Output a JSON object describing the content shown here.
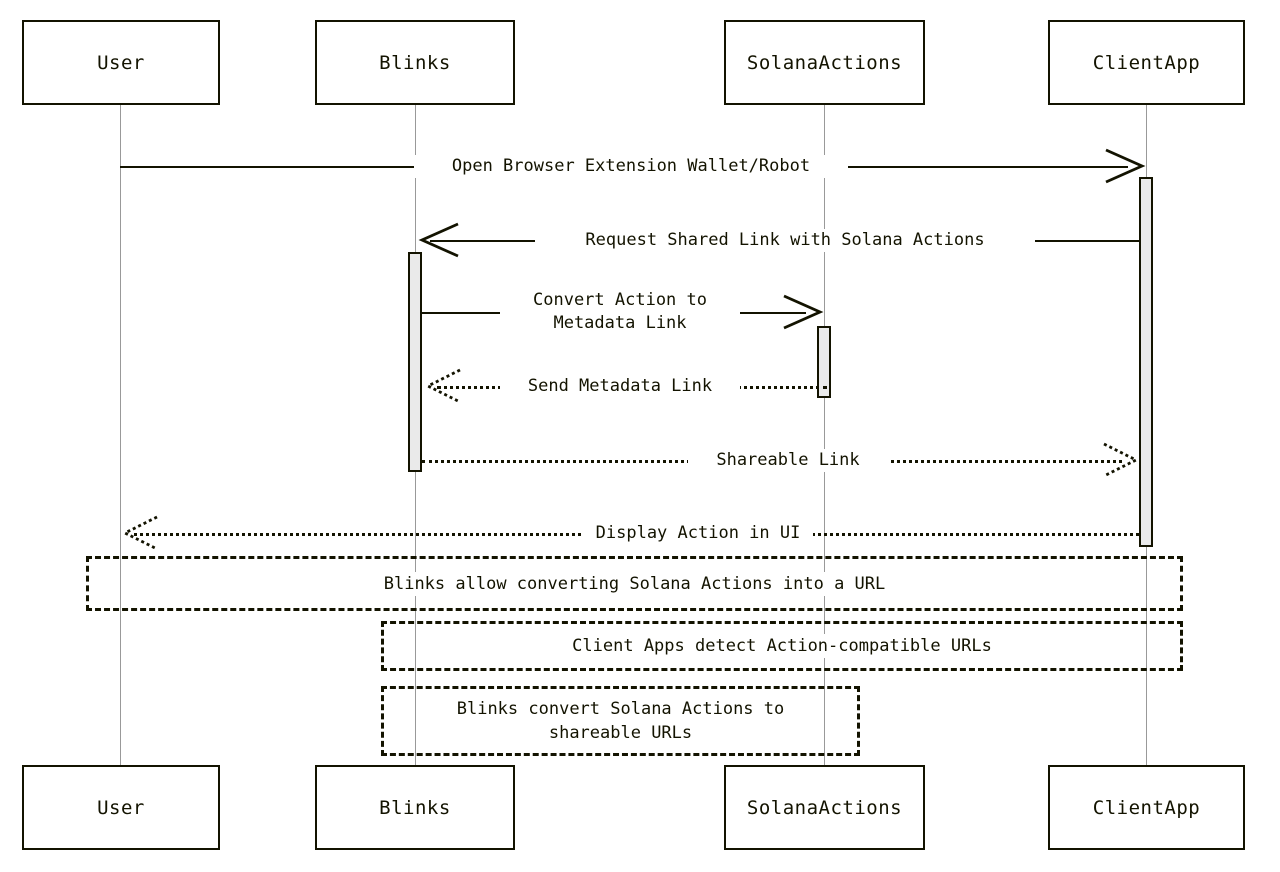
{
  "diagram": {
    "type": "sequence-diagram",
    "title": "Solana Actions / Blinks sequence",
    "colors": {
      "stroke": "#131300",
      "lifeline": "#999999",
      "activation_fill": "#eaeaea",
      "background": "#ffffff"
    }
  },
  "participants": [
    {
      "id": "user",
      "label": "User"
    },
    {
      "id": "blinks",
      "label": "Blinks"
    },
    {
      "id": "actions",
      "label": "SolanaActions"
    },
    {
      "id": "client",
      "label": "ClientApp"
    }
  ],
  "participants_bottom": [
    {
      "id": "user",
      "label": "User"
    },
    {
      "id": "blinks",
      "label": "Blinks"
    },
    {
      "id": "actions",
      "label": "SolanaActions"
    },
    {
      "id": "client",
      "label": "ClientApp"
    }
  ],
  "messages": [
    {
      "n": 1,
      "from": "user",
      "to": "client",
      "label": "Open Browser Extension Wallet/Robot",
      "style": "solid",
      "direction": "right"
    },
    {
      "n": 2,
      "from": "client",
      "to": "blinks",
      "label": "Request Shared Link with Solana Actions",
      "style": "solid",
      "direction": "left"
    },
    {
      "n": 3,
      "from": "blinks",
      "to": "actions",
      "label": "Convert Action to\nMetadata Link",
      "style": "solid",
      "direction": "right"
    },
    {
      "n": 4,
      "from": "actions",
      "to": "blinks",
      "label": "Send Metadata Link",
      "style": "dotted",
      "direction": "left"
    },
    {
      "n": 5,
      "from": "blinks",
      "to": "client",
      "label": "Shareable Link",
      "style": "dotted",
      "direction": "right"
    },
    {
      "n": 6,
      "from": "client",
      "to": "user",
      "label": "Display Action in UI",
      "style": "dotted",
      "direction": "left"
    }
  ],
  "notes": [
    {
      "n": 1,
      "text": "Blinks allow converting Solana Actions into a URL"
    },
    {
      "n": 2,
      "text": "Client Apps detect Action-compatible URLs"
    },
    {
      "n": 3,
      "text": "Blinks convert Solana Actions to\nshareable URLs"
    }
  ]
}
